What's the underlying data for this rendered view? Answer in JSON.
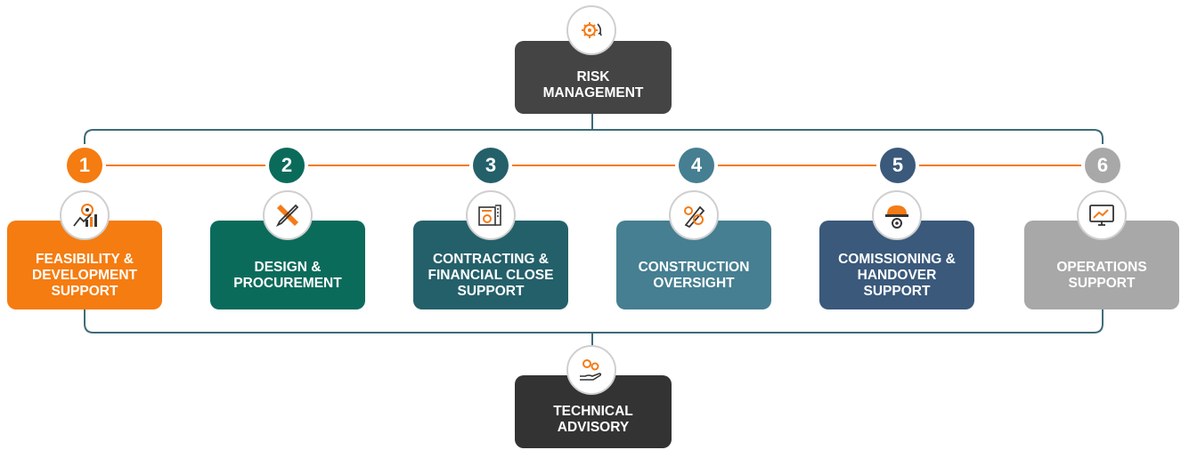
{
  "top": {
    "label": "RISK\nMANAGEMENT",
    "icon": "gear-cycle-icon",
    "color": "#444444"
  },
  "bottom": {
    "label": "TECHNICAL\nADVISORY",
    "icon": "hand-gears-icon",
    "color": "#333333"
  },
  "connector_color": "#3e6b78",
  "timeline_color": "#f47b16",
  "icon_accent": "#f47b16",
  "steps": [
    {
      "number": "1",
      "label": "FEASIBILITY &\nDEVELOPMENT\nSUPPORT",
      "color": "#f57c10",
      "icon": "analytics-gear-icon"
    },
    {
      "number": "2",
      "label": "DESIGN &\nPROCUREMENT",
      "color": "#0b6b5b",
      "icon": "pencil-ruler-icon"
    },
    {
      "number": "3",
      "label": "CONTRACTING &\nFINANCIAL CLOSE\nSUPPORT",
      "color": "#24606a",
      "icon": "blueprint-icon"
    },
    {
      "number": "4",
      "label": "CONSTRUCTION\nOVERSIGHT",
      "color": "#457f91",
      "icon": "pencil-gear-icon"
    },
    {
      "number": "5",
      "label": "COMISSIONING &\nHANDOVER\nSUPPORT",
      "color": "#3a597b",
      "icon": "hard-hat-gear-icon"
    },
    {
      "number": "6",
      "label": "OPERATIONS\nSUPPORT",
      "color": "#a8a8a8",
      "icon": "monitor-icon"
    }
  ]
}
